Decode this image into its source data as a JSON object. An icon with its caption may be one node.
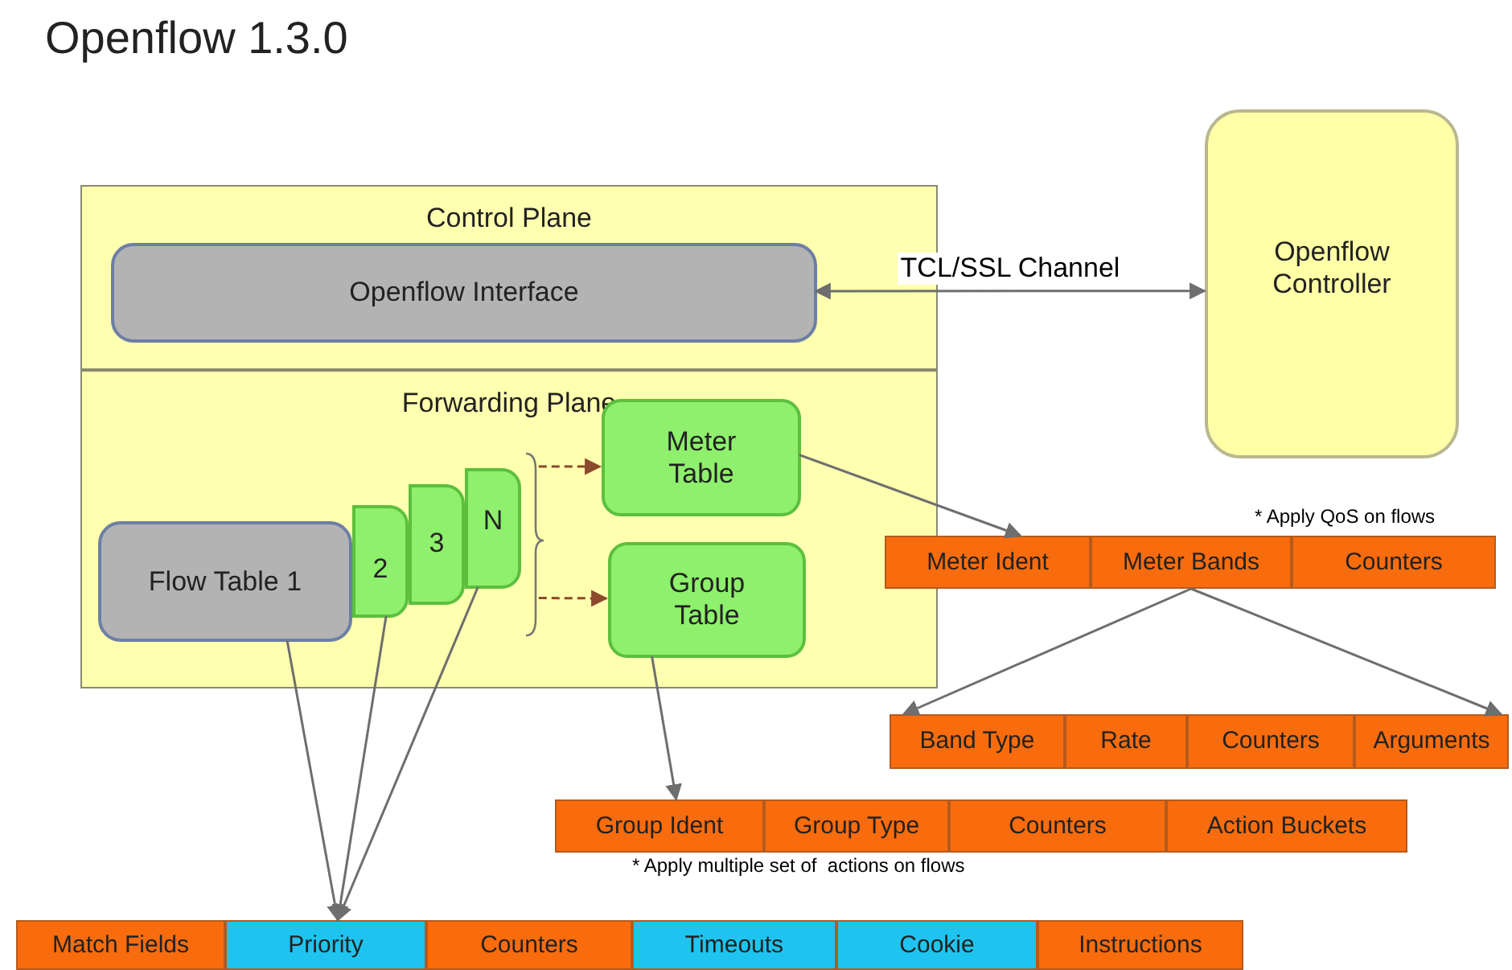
{
  "diagram": {
    "title": "Openflow 1.3.0",
    "nodes": [
      {
        "text": [
          "Control Plane"
        ]
      },
      {
        "text": [
          "Openflow Interface"
        ],
        "in": 0
      },
      {
        "text": [
          "Openflow Controller"
        ]
      },
      {
        "text": [
          "Forwarding Plane"
        ]
      },
      {
        "text": [
          "Flow Table 1"
        ],
        "in": 3
      },
      {
        "text": [
          "2"
        ],
        "in": 3
      },
      {
        "text": [
          "3"
        ],
        "in": 3
      },
      {
        "text": [
          "N"
        ],
        "in": 3
      },
      {
        "text": [
          "Meter Table"
        ],
        "in": 3
      },
      {
        "text": [
          "Group Table"
        ],
        "in": 3
      },
      {
        "text": [
          "Meter Ident"
        ]
      },
      {
        "text": [
          "Meter Bands"
        ]
      },
      {
        "text": [
          "Counters"
        ]
      },
      {
        "text": [
          "Band Type"
        ]
      },
      {
        "text": [
          "Rate"
        ]
      },
      {
        "text": [
          "Counters"
        ]
      },
      {
        "text": [
          "Arguments"
        ]
      },
      {
        "text": [
          "Group Ident"
        ]
      },
      {
        "text": [
          "Group Type"
        ]
      },
      {
        "text": [
          "Counters"
        ]
      },
      {
        "text": [
          "Action Buckets"
        ]
      },
      {
        "text": [
          "Match Fields"
        ]
      },
      {
        "text": [
          "Priority"
        ]
      },
      {
        "text": [
          "Counters"
        ]
      },
      {
        "text": [
          "Timeouts"
        ]
      },
      {
        "text": [
          "Cookie"
        ]
      },
      {
        "text": [
          "Instructions"
        ]
      }
    ],
    "edges": [
      {
        "from": 1,
        "to": 2,
        "arrow": "both",
        "label": "TCL/SSL Channel"
      },
      {
        "from": 7,
        "to": 8,
        "arrow": "to",
        "style": "dashed",
        "color": "#8b4a2b"
      },
      {
        "from": 7,
        "to": 9,
        "arrow": "to",
        "style": "dashed",
        "color": "#8b4a2b"
      },
      {
        "from": 8,
        "to": 10,
        "arrow": "to"
      },
      {
        "from": 11,
        "to": 13,
        "arrow": "to"
      },
      {
        "from": 11,
        "to": 16,
        "arrow": "to"
      },
      {
        "from": 9,
        "to": 17,
        "arrow": "to"
      },
      {
        "from": 4,
        "to": 22,
        "arrow": "to"
      },
      {
        "from": 5,
        "to": 22,
        "arrow": "to"
      },
      {
        "from": 7,
        "to": 22,
        "arrow": "to"
      }
    ],
    "labels": [
      "* Apply QoS on flows",
      "* Apply multiple set of  actions on flows"
    ]
  }
}
